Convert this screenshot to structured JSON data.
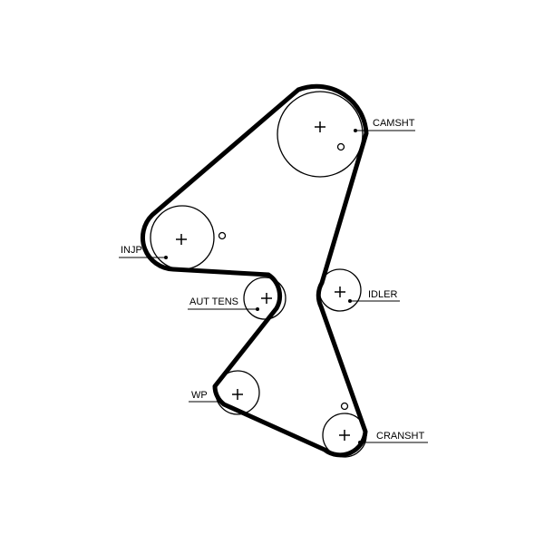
{
  "diagram": {
    "labels": {
      "camshaft": "CAMSHT",
      "injection_pump": "INJP",
      "auto_tensioner": "AUT TENS",
      "idler": "IDLER",
      "water_pump": "WP",
      "crankshaft": "CRANSHT"
    },
    "colors": {
      "line": "#000000",
      "background": "#ffffff"
    }
  }
}
